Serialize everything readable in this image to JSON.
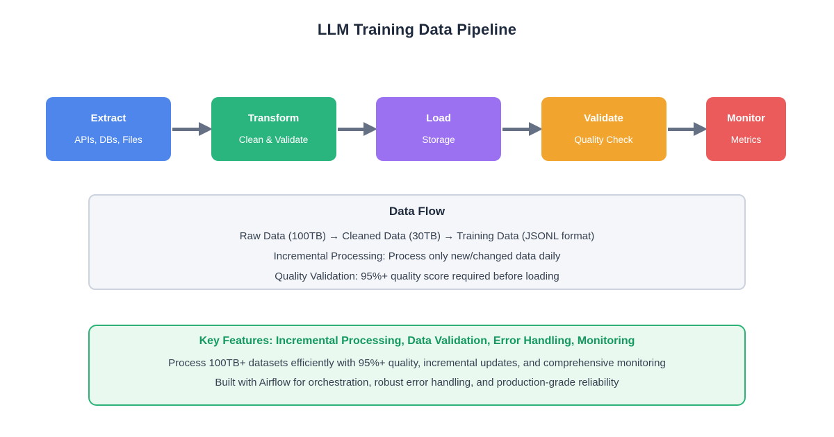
{
  "title": "LLM Training Data Pipeline",
  "pipeline": {
    "arrow_color": "#667085",
    "stages": [
      {
        "label": "Extract",
        "sublabel": "APIs, DBs, Files",
        "color": "#4e86ec"
      },
      {
        "label": "Transform",
        "sublabel": "Clean & Validate",
        "color": "#2bb57e"
      },
      {
        "label": "Load",
        "sublabel": "Storage",
        "color": "#9b70f1"
      },
      {
        "label": "Validate",
        "sublabel": "Quality Check",
        "color": "#f1a42e"
      },
      {
        "label": "Monitor",
        "sublabel": "Metrics",
        "color": "#ec5b5b"
      }
    ]
  },
  "data_flow": {
    "title": "Data Flow",
    "panel_bg": "#f4f6f9",
    "panel_border": "#ccd2de",
    "lines": [
      "Raw Data (100TB) → Cleaned Data (30TB) → Training Data (JSONL format)",
      "Incremental Processing: Process only new/changed data daily",
      "Quality Validation: 95%+ quality score required before loading"
    ]
  },
  "key_features": {
    "title": "Key Features: Incremental Processing, Data Validation, Error Handling, Monitoring",
    "accent_color": "#13995f",
    "panel_bg": "#e9f9ef",
    "panel_border": "#2cb277",
    "lines": [
      "Process 100TB+ datasets efficiently with 95%+ quality, incremental updates, and comprehensive monitoring",
      "Built with Airflow for orchestration, robust error handling, and production-grade reliability"
    ]
  }
}
